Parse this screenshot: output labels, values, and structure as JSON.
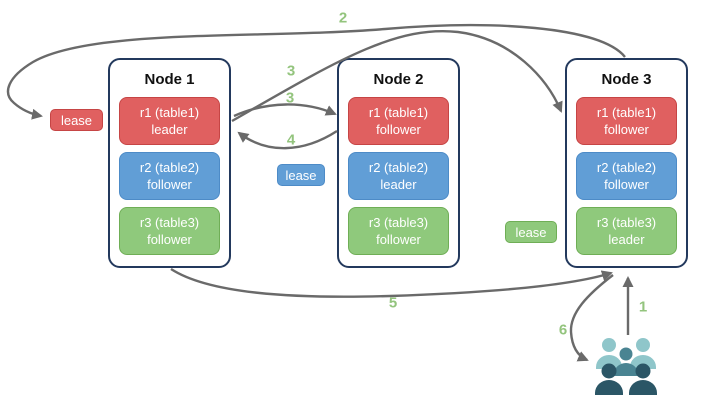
{
  "diagram": {
    "nodes": [
      {
        "title": "Node 1",
        "replicas": [
          {
            "line1": "r1 (table1)",
            "line2": "leader",
            "color": "red"
          },
          {
            "line1": "r2 (table2)",
            "line2": "follower",
            "color": "blue"
          },
          {
            "line1": "r3 (table3)",
            "line2": "follower",
            "color": "green"
          }
        ]
      },
      {
        "title": "Node 2",
        "replicas": [
          {
            "line1": "r1 (table1)",
            "line2": "follower",
            "color": "red"
          },
          {
            "line1": "r2 (table2)",
            "line2": "leader",
            "color": "blue"
          },
          {
            "line1": "r3 (table3)",
            "line2": "follower",
            "color": "green"
          }
        ]
      },
      {
        "title": "Node 3",
        "replicas": [
          {
            "line1": "r1 (table1)",
            "line2": "follower",
            "color": "red"
          },
          {
            "line1": "r2 (table2)",
            "line2": "follower",
            "color": "blue"
          },
          {
            "line1": "r3 (table3)",
            "line2": "leader",
            "color": "green"
          }
        ]
      }
    ],
    "leases": [
      {
        "label": "lease",
        "color": "red"
      },
      {
        "label": "lease",
        "color": "blue"
      },
      {
        "label": "lease",
        "color": "green"
      }
    ],
    "arrow_labels": {
      "step1": "1",
      "step2": "2",
      "step3a": "3",
      "step3b": "3",
      "step4": "4",
      "step5": "5",
      "step6": "6"
    },
    "icons": {
      "clients": "users-group-icon"
    },
    "colors": {
      "replica_red": "#e06060",
      "replica_blue": "#619ed6",
      "replica_green": "#8fc97c",
      "node_border": "#23395d",
      "arrow": "#6a6a6a",
      "step_label_green": "#93c47d",
      "people_light": "#8fc6ca",
      "people_medium": "#4a8492",
      "people_dark": "#2b5666"
    }
  }
}
